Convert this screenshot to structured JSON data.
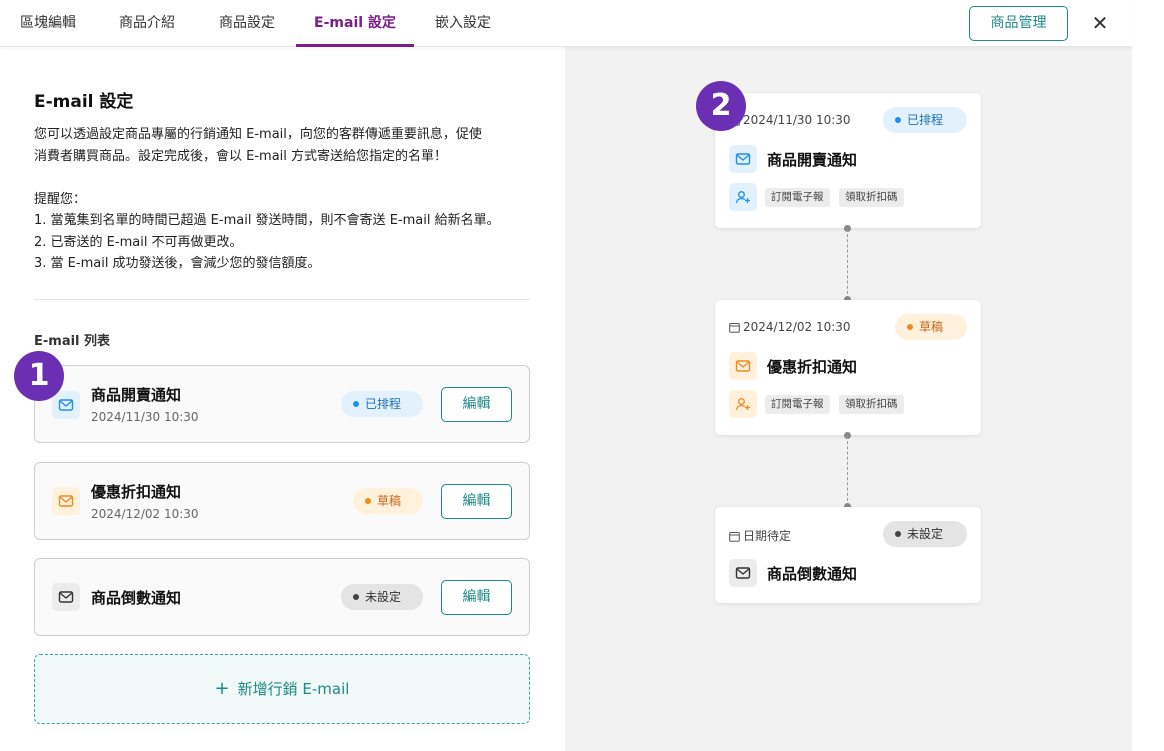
{
  "tabs": [
    {
      "label": "區塊編輯",
      "active": false
    },
    {
      "label": "商品介紹",
      "active": false
    },
    {
      "label": "商品設定",
      "active": false
    },
    {
      "label": "E-mail 設定",
      "active": true
    },
    {
      "label": "嵌入設定",
      "active": false
    }
  ],
  "header": {
    "manage_button": "商品管理",
    "close_label": "✕"
  },
  "section": {
    "title": "E-mail 設定",
    "desc_lines": [
      "您可以透過設定商品專屬的行銷通知 E-mail，向您的客群傳遞重要訊息，促使",
      "消費者購買商品。設定完成後，會以 E-mail 方式寄送給您指定的名單！",
      "",
      "提醒您：",
      "1. 當蒐集到名單的時間已超過 E-mail 發送時間，則不會寄送 E-mail 給新名單。",
      "2. 已寄送的 E-mail 不可再做更改。",
      "3. 當 E-mail 成功發送後，會減少您的發信額度。"
    ],
    "list_title": "E-mail 列表",
    "add_label": "新增行銷 E-mail"
  },
  "emails": [
    {
      "name": "商品開賣通知",
      "date": "2024/11/30 10:30",
      "status": "已排程",
      "edit": "編輯"
    },
    {
      "name": "優惠折扣通知",
      "date": "2024/12/02 10:30",
      "status": "草稿",
      "edit": "編輯"
    },
    {
      "name": "商品倒數通知",
      "date": "",
      "status": "未設定",
      "edit": "編輯"
    }
  ],
  "flow": [
    {
      "date": "2024/11/30 10:30",
      "status": "已排程",
      "name": "商品開賣通知",
      "tags": [
        "訂閱電子報",
        "領取折扣碼"
      ]
    },
    {
      "date": "2024/12/02 10:30",
      "status": "草稿",
      "name": "優惠折扣通知",
      "tags": [
        "訂閱電子報",
        "領取折扣碼"
      ]
    },
    {
      "date": "日期待定",
      "status": "未設定",
      "name": "商品倒數通知",
      "tags": []
    }
  ],
  "markers": [
    "1",
    "2"
  ],
  "colors": {
    "accent": "#7a1f88",
    "teal": "#1f8a86",
    "scheduled": "#1e8ef0",
    "draft": "#f08a1c",
    "unset": "#444444",
    "marker": "#6b2fb3"
  }
}
